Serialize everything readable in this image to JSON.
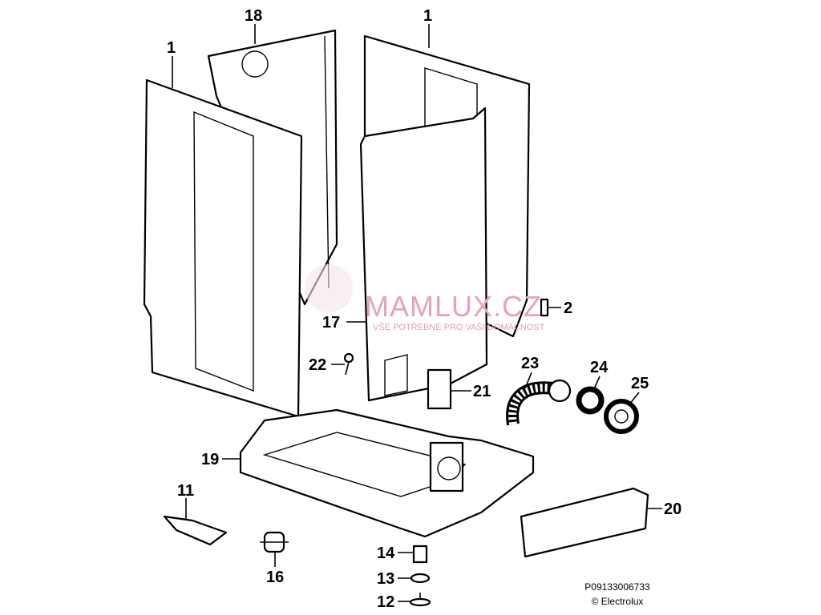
{
  "labels": {
    "p18": "18",
    "p1a": "1",
    "p1b": "1",
    "p2": "2",
    "p17": "17",
    "p22": "22",
    "p23": "23",
    "p24": "24",
    "p25": "25",
    "p21": "21",
    "p19": "19",
    "p20": "20",
    "p11": "11",
    "p16": "16",
    "p14": "14",
    "p13": "13",
    "p12": "12"
  },
  "watermark": {
    "title": "MAMLUX.CZ",
    "tagline": "VŠE POTŘEBNÉ PRO VAŠI DOMÁCNOST"
  },
  "footer": {
    "code": "P09133006733",
    "copyright": "© Electrolux"
  }
}
